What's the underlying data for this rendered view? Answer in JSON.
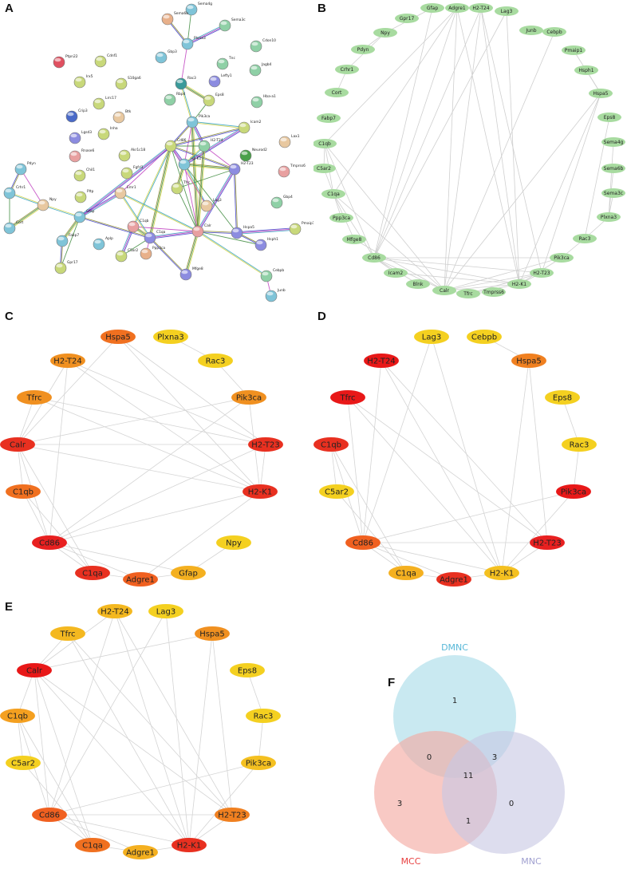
{
  "labels": {
    "a": "A",
    "b": "B",
    "c": "C",
    "d": "D",
    "e": "E",
    "f": "F"
  },
  "panel_a": {
    "nodes": [
      {
        "id": "Sema4g",
        "c": "#7fc4d8"
      },
      {
        "id": "Sema6b",
        "c": "#e8b08a"
      },
      {
        "id": "Plxna3",
        "c": "#7fc4d8"
      },
      {
        "id": "Sema3c",
        "c": "#8fd0a6"
      },
      {
        "id": "Cdon10",
        "c": "#8fd0a6"
      },
      {
        "id": "Jagb4",
        "c": "#8fd0a6"
      },
      {
        "id": "Gbp3",
        "c": "#7fc4d8"
      },
      {
        "id": "Tnc",
        "c": "#8fd0a6"
      },
      {
        "id": "Rac3",
        "c": "#3a9a9a"
      },
      {
        "id": "Lefty1",
        "c": "#8c8ce0"
      },
      {
        "id": "Ptpn22",
        "c": "#e05060"
      },
      {
        "id": "Cdnf1",
        "c": "#c8d87a"
      },
      {
        "id": "Irx5",
        "c": "#c8d87a"
      },
      {
        "id": "S10ga6",
        "c": "#c8d87a"
      },
      {
        "id": "Lrrc17",
        "c": "#c8d87a"
      },
      {
        "id": "Rbp4",
        "c": "#8fd0a6"
      },
      {
        "id": "Eps8",
        "c": "#c8d87a"
      },
      {
        "id": "Hba-a1",
        "c": "#8fd0a6"
      },
      {
        "id": "Crip3",
        "c": "#4a6ac8"
      },
      {
        "id": "Lgsd3",
        "c": "#8c8ce0"
      },
      {
        "id": "Btk",
        "c": "#e8c8a0"
      },
      {
        "id": "Inha",
        "c": "#c8d87a"
      },
      {
        "id": "Pik3ca",
        "c": "#7fc4d8"
      },
      {
        "id": "Icam2",
        "c": "#c8d87a"
      },
      {
        "id": "Lax1",
        "c": "#e8c8a0"
      },
      {
        "id": "Rnase6",
        "c": "#e8a0a0"
      },
      {
        "id": "Akr1c18",
        "c": "#c8d87a"
      },
      {
        "id": "Neurod2",
        "c": "#4aa04a"
      },
      {
        "id": "Cd86",
        "c": "#c8d87a"
      },
      {
        "id": "H2-T24",
        "c": "#8fd0a6"
      },
      {
        "id": "Pdyn",
        "c": "#7fc4d8"
      },
      {
        "id": "H2-T23",
        "c": "#8c8ce0"
      },
      {
        "id": "Tmprss6",
        "c": "#e8a0a0"
      },
      {
        "id": "Crhr1",
        "c": "#7fc4d8"
      },
      {
        "id": "Chil1",
        "c": "#c8d87a"
      },
      {
        "id": "Fgfrl1",
        "c": "#c8d87a"
      },
      {
        "id": "H2-K1",
        "c": "#7fc4d8"
      },
      {
        "id": "Tfrc",
        "c": "#c8d87a"
      },
      {
        "id": "Npy",
        "c": "#e8c8a0"
      },
      {
        "id": "Emr1",
        "c": "#e8c8a0"
      },
      {
        "id": "Gbp4",
        "c": "#8fd0a6"
      },
      {
        "id": "Pltp",
        "c": "#c8d87a"
      },
      {
        "id": "Lag3",
        "c": "#e8c8a0"
      },
      {
        "id": "Gfap",
        "c": "#7fc4d8"
      },
      {
        "id": "C1qb",
        "c": "#e8a0a0"
      },
      {
        "id": "Calr",
        "c": "#e8a0a0"
      },
      {
        "id": "Hspa5",
        "c": "#8c8ce0"
      },
      {
        "id": "Pmaip1",
        "c": "#c8d87a"
      },
      {
        "id": "Cort",
        "c": "#7fc4d8"
      },
      {
        "id": "C1qa",
        "c": "#8c8ce0"
      },
      {
        "id": "Fabp7",
        "c": "#7fc4d8"
      },
      {
        "id": "Aplp",
        "c": "#7fc4d8"
      },
      {
        "id": "Hsph1",
        "c": "#8c8ce0"
      },
      {
        "id": "Gpr17",
        "c": "#c8d87a"
      },
      {
        "id": "C5ar2",
        "c": "#c8d87a"
      },
      {
        "id": "Ppp3ca",
        "c": "#e8b08a"
      },
      {
        "id": "Cebpb",
        "c": "#8fd0a6"
      },
      {
        "id": "Mfge8",
        "c": "#8c8ce0"
      },
      {
        "id": "Junb",
        "c": "#7fc4d8"
      }
    ],
    "edges": [
      [
        "Sema4g",
        "Plxna3"
      ],
      [
        "Sema6b",
        "Plxna3"
      ],
      [
        "Sema3c",
        "Plxna3"
      ],
      [
        "Plxna3",
        "Rac3"
      ],
      [
        "Rac3",
        "Pik3ca"
      ],
      [
        "Rac3",
        "Eps8"
      ],
      [
        "Pik3ca",
        "Eps8"
      ],
      [
        "Pik3ca",
        "Cd86"
      ],
      [
        "Pik3ca",
        "H2-T24"
      ],
      [
        "Pik3ca",
        "H2-K1"
      ],
      [
        "Pik3ca",
        "Icam2"
      ],
      [
        "Pik3ca",
        "Calr"
      ],
      [
        "Cd86",
        "H2-T24"
      ],
      [
        "Cd86",
        "H2-T23"
      ],
      [
        "Cd86",
        "H2-K1"
      ],
      [
        "Cd86",
        "Emr1"
      ],
      [
        "Cd86",
        "C1qb"
      ],
      [
        "Cd86",
        "C1qa"
      ],
      [
        "Cd86",
        "Calr"
      ],
      [
        "Cd86",
        "Icam2"
      ],
      [
        "Cd86",
        "Gfap"
      ],
      [
        "H2-T24",
        "H2-T23"
      ],
      [
        "H2-T24",
        "H2-K1"
      ],
      [
        "H2-T23",
        "H2-K1"
      ],
      [
        "H2-T23",
        "Tfrc"
      ],
      [
        "H2-T23",
        "Hspa5"
      ],
      [
        "H2-T23",
        "Calr"
      ],
      [
        "H2-K1",
        "Calr"
      ],
      [
        "H2-K1",
        "Lag3"
      ],
      [
        "H2-K1",
        "Tfrc"
      ],
      [
        "H2-K1",
        "Hspa5"
      ],
      [
        "Calr",
        "Hspa5"
      ],
      [
        "Calr",
        "C1qa"
      ],
      [
        "Calr",
        "C1qb"
      ],
      [
        "Calr",
        "Cebpb"
      ],
      [
        "Calr",
        "Mfge8"
      ],
      [
        "Calr",
        "Hsph1"
      ],
      [
        "Hspa5",
        "Hsph1"
      ],
      [
        "Hspa5",
        "Pmaip1"
      ],
      [
        "Cebpb",
        "Junb"
      ],
      [
        "Emr1",
        "C1qa"
      ],
      [
        "C1qa",
        "C1qb"
      ],
      [
        "C1qa",
        "C5ar2"
      ],
      [
        "C1qa",
        "Mfge8"
      ],
      [
        "C1qb",
        "C5ar2"
      ],
      [
        "C1qa",
        "Ppp3ca"
      ],
      [
        "Gfap",
        "Npy"
      ],
      [
        "Gfap",
        "Fabp7"
      ],
      [
        "Gfap",
        "Gpr17"
      ],
      [
        "Gfap",
        "C1qa"
      ],
      [
        "Gfap",
        "Emr1"
      ],
      [
        "Npy",
        "Pdyn"
      ],
      [
        "Npy",
        "Crhr1"
      ],
      [
        "Npy",
        "Cort"
      ],
      [
        "Crhr1",
        "Cort"
      ],
      [
        "Pdyn",
        "Crhr1"
      ],
      [
        "Icam2",
        "H2-K1"
      ],
      [
        "Lag3",
        "Cd86"
      ],
      [
        "Emr1",
        "Calr"
      ],
      [
        "H2-T24",
        "Calr"
      ],
      [
        "Tfrc",
        "Calr"
      ],
      [
        "Fabp7",
        "Gpr17"
      ]
    ]
  },
  "panel_b": {
    "nodes": [
      "Gfap",
      "Adgre1",
      "H2-T24",
      "Lag3",
      "Junb",
      "Cebpb",
      "Pmaip1",
      "Hsph1",
      "Hspa5",
      "Eps8",
      "Sema4g",
      "Sema6b",
      "Sema3c",
      "Plxna3",
      "Rac3",
      "Pik3ca",
      "H2-T23",
      "H2-K1",
      "Tmprss6",
      "Tfrc",
      "Calr",
      "Blnk",
      "Icam2",
      "Cd86",
      "Mfge8",
      "Ppp3ca",
      "C1qa",
      "C5ar2",
      "C1qb",
      "Fabp7",
      "Cort",
      "Crhr1",
      "Pdyn",
      "Npy",
      "Gpr17"
    ],
    "node_color": "#a8dba0",
    "edges": [
      [
        "Adgre1",
        "Cd86"
      ],
      [
        "Adgre1",
        "C1qa"
      ],
      [
        "Adgre1",
        "H2-K1"
      ],
      [
        "Adgre1",
        "Calr"
      ],
      [
        "H2-T24",
        "H2-K1"
      ],
      [
        "H2-T24",
        "H2-T23"
      ],
      [
        "H2-T24",
        "Cd86"
      ],
      [
        "H2-T24",
        "Calr"
      ],
      [
        "Lag3",
        "Cd86"
      ],
      [
        "Lag3",
        "H2-K1"
      ],
      [
        "Cebpb",
        "Calr"
      ],
      [
        "Hsph1",
        "Hspa5"
      ],
      [
        "Hspa5",
        "Calr"
      ],
      [
        "Hspa5",
        "H2-T23"
      ],
      [
        "Hspa5",
        "H2-K1"
      ],
      [
        "Pmaip1",
        "Hspa5"
      ],
      [
        "Rac3",
        "Pik3ca"
      ],
      [
        "Rac3",
        "Eps8"
      ],
      [
        "Pik3ca",
        "Cd86"
      ],
      [
        "Pik3ca",
        "H2-K1"
      ],
      [
        "Pik3ca",
        "Calr"
      ],
      [
        "Plxna3",
        "Rac3"
      ],
      [
        "Sema3c",
        "Plxna3"
      ],
      [
        "Sema6b",
        "Plxna3"
      ],
      [
        "Sema4g",
        "Plxna3"
      ],
      [
        "H2-T23",
        "Cd86"
      ],
      [
        "H2-T23",
        "Calr"
      ],
      [
        "H2-T23",
        "H2-K1"
      ],
      [
        "H2-K1",
        "Calr"
      ],
      [
        "H2-K1",
        "Cd86"
      ],
      [
        "Tfrc",
        "Calr"
      ],
      [
        "Tfrc",
        "H2-K1"
      ],
      [
        "Tfrc",
        "H2-T23"
      ],
      [
        "Calr",
        "C1qa"
      ],
      [
        "Calr",
        "C1qb"
      ],
      [
        "Calr",
        "Mfge8"
      ],
      [
        "Calr",
        "Cd86"
      ],
      [
        "Cd86",
        "Icam2"
      ],
      [
        "Cd86",
        "C1qa"
      ],
      [
        "Cd86",
        "C1qb"
      ],
      [
        "Cd86",
        "Blnk"
      ],
      [
        "Icam2",
        "H2-K1"
      ],
      [
        "C1qa",
        "C1qb"
      ],
      [
        "C1qa",
        "C5ar2"
      ],
      [
        "C1qb",
        "C5ar2"
      ],
      [
        "C1qa",
        "Mfge8"
      ],
      [
        "Ppp3ca",
        "C1qa"
      ],
      [
        "Gfap",
        "Cd86"
      ],
      [
        "Gfap",
        "Npy"
      ],
      [
        "Npy",
        "Pdyn"
      ],
      [
        "Npy",
        "Crhr1"
      ],
      [
        "Crhr1",
        "Cort"
      ],
      [
        "Adgre1",
        "C1qb"
      ],
      [
        "Tmprss6",
        "Tfrc"
      ]
    ]
  },
  "panel_c": {
    "nodes": [
      {
        "id": "Hspa5",
        "c": "#f07020"
      },
      {
        "id": "Plxna3",
        "c": "#f4d020"
      },
      {
        "id": "H2-T24",
        "c": "#f09020"
      },
      {
        "id": "Rac3",
        "c": "#f4d020"
      },
      {
        "id": "Tfrc",
        "c": "#f09020"
      },
      {
        "id": "Pik3ca",
        "c": "#f09020"
      },
      {
        "id": "Calr",
        "c": "#e83020"
      },
      {
        "id": "H2-T23",
        "c": "#e83020"
      },
      {
        "id": "C1qb",
        "c": "#f07020"
      },
      {
        "id": "H2-K1",
        "c": "#e83020"
      },
      {
        "id": "Cd86",
        "c": "#e82020"
      },
      {
        "id": "Npy",
        "c": "#f4d020"
      },
      {
        "id": "C1qa",
        "c": "#e83020"
      },
      {
        "id": "Adgre1",
        "c": "#f06020"
      },
      {
        "id": "Gfap",
        "c": "#f4b020"
      }
    ],
    "edges": [
      [
        "Plxna3",
        "Rac3"
      ],
      [
        "Rac3",
        "Pik3ca"
      ],
      [
        "Pik3ca",
        "Cd86"
      ],
      [
        "Pik3ca",
        "H2-K1"
      ],
      [
        "Pik3ca",
        "Calr"
      ],
      [
        "H2-T24",
        "H2-T23"
      ],
      [
        "H2-T24",
        "H2-K1"
      ],
      [
        "H2-T24",
        "Cd86"
      ],
      [
        "H2-T24",
        "Calr"
      ],
      [
        "Hspa5",
        "H2-T23"
      ],
      [
        "Hspa5",
        "H2-K1"
      ],
      [
        "Hspa5",
        "Calr"
      ],
      [
        "Tfrc",
        "Calr"
      ],
      [
        "Tfrc",
        "H2-K1"
      ],
      [
        "Tfrc",
        "H2-T23"
      ],
      [
        "Calr",
        "H2-T23"
      ],
      [
        "Calr",
        "H2-K1"
      ],
      [
        "Calr",
        "Cd86"
      ],
      [
        "Calr",
        "C1qa"
      ],
      [
        "Calr",
        "C1qb"
      ],
      [
        "H2-T23",
        "Cd86"
      ],
      [
        "H2-T23",
        "H2-K1"
      ],
      [
        "H2-K1",
        "Cd86"
      ],
      [
        "C1qb",
        "C1qa"
      ],
      [
        "C1qb",
        "Cd86"
      ],
      [
        "Cd86",
        "C1qa"
      ],
      [
        "Cd86",
        "Adgre1"
      ],
      [
        "C1qa",
        "Adgre1"
      ],
      [
        "Gfap",
        "Npy"
      ],
      [
        "Gfap",
        "Cd86"
      ],
      [
        "Gfap",
        "Adgre1"
      ],
      [
        "Adgre1",
        "H2-K1"
      ]
    ]
  },
  "panel_d": {
    "nodes": [
      {
        "id": "Lag3",
        "c": "#f4d020"
      },
      {
        "id": "Cebpb",
        "c": "#f4d020"
      },
      {
        "id": "H2-T24",
        "c": "#e81818"
      },
      {
        "id": "Hspa5",
        "c": "#f08020"
      },
      {
        "id": "Tfrc",
        "c": "#e81818"
      },
      {
        "id": "Eps8",
        "c": "#f4d020"
      },
      {
        "id": "C1qb",
        "c": "#e83020"
      },
      {
        "id": "Rac3",
        "c": "#f4d020"
      },
      {
        "id": "C5ar2",
        "c": "#f4d020"
      },
      {
        "id": "Pik3ca",
        "c": "#e81818"
      },
      {
        "id": "Cd86",
        "c": "#f06020"
      },
      {
        "id": "H2-T23",
        "c": "#e82020"
      },
      {
        "id": "C1qa",
        "c": "#f4b020"
      },
      {
        "id": "H2-K1",
        "c": "#f4c020"
      },
      {
        "id": "Adgre1",
        "c": "#e83020"
      }
    ],
    "edges": [
      [
        "Lag3",
        "Cd86"
      ],
      [
        "Lag3",
        "H2-K1"
      ],
      [
        "H2-T24",
        "H2-T23"
      ],
      [
        "H2-T24",
        "H2-K1"
      ],
      [
        "H2-T24",
        "Cd86"
      ],
      [
        "Hspa5",
        "H2-T23"
      ],
      [
        "Hspa5",
        "H2-K1"
      ],
      [
        "Tfrc",
        "H2-K1"
      ],
      [
        "Tfrc",
        "H2-T23"
      ],
      [
        "Tfrc",
        "Cd86"
      ],
      [
        "Eps8",
        "Rac3"
      ],
      [
        "Rac3",
        "Pik3ca"
      ],
      [
        "Pik3ca",
        "Cd86"
      ],
      [
        "Pik3ca",
        "H2-K1"
      ],
      [
        "C1qb",
        "C1qa"
      ],
      [
        "C1qb",
        "Cd86"
      ],
      [
        "C1qb",
        "C5ar2"
      ],
      [
        "C5ar2",
        "C1qa"
      ],
      [
        "Cd86",
        "H2-T23"
      ],
      [
        "Cd86",
        "H2-K1"
      ],
      [
        "Cd86",
        "C1qa"
      ],
      [
        "Cd86",
        "Adgre1"
      ],
      [
        "H2-T23",
        "H2-K1"
      ],
      [
        "C1qa",
        "Adgre1"
      ],
      [
        "Adgre1",
        "H2-K1"
      ],
      [
        "Cebpb",
        "Hspa5"
      ]
    ]
  },
  "panel_e": {
    "nodes": [
      {
        "id": "H2-T24",
        "c": "#f4b820"
      },
      {
        "id": "Lag3",
        "c": "#f4d020"
      },
      {
        "id": "Tfrc",
        "c": "#f4b820"
      },
      {
        "id": "Hspa5",
        "c": "#f09020"
      },
      {
        "id": "Calr",
        "c": "#e81818"
      },
      {
        "id": "Eps8",
        "c": "#f4d020"
      },
      {
        "id": "C1qb",
        "c": "#f4a020"
      },
      {
        "id": "Rac3",
        "c": "#f4d020"
      },
      {
        "id": "C5ar2",
        "c": "#f4d020"
      },
      {
        "id": "Pik3ca",
        "c": "#f4c020"
      },
      {
        "id": "Cd86",
        "c": "#f06020"
      },
      {
        "id": "H2-T23",
        "c": "#f08020"
      },
      {
        "id": "C1qa",
        "c": "#f07020"
      },
      {
        "id": "Adgre1",
        "c": "#f4b020"
      },
      {
        "id": "H2-K1",
        "c": "#e83020"
      }
    ],
    "edges": [
      [
        "H2-T24",
        "H2-T23"
      ],
      [
        "H2-T24",
        "H2-K1"
      ],
      [
        "H2-T24",
        "Cd86"
      ],
      [
        "H2-T24",
        "Calr"
      ],
      [
        "Lag3",
        "Cd86"
      ],
      [
        "Lag3",
        "H2-K1"
      ],
      [
        "Tfrc",
        "Calr"
      ],
      [
        "Tfrc",
        "H2-K1"
      ],
      [
        "Tfrc",
        "H2-T23"
      ],
      [
        "Hspa5",
        "Calr"
      ],
      [
        "Hspa5",
        "H2-K1"
      ],
      [
        "Hspa5",
        "H2-T23"
      ],
      [
        "Calr",
        "H2-K1"
      ],
      [
        "Calr",
        "H2-T23"
      ],
      [
        "Calr",
        "Cd86"
      ],
      [
        "Calr",
        "C1qa"
      ],
      [
        "Calr",
        "C1qb"
      ],
      [
        "Eps8",
        "Rac3"
      ],
      [
        "Rac3",
        "Pik3ca"
      ],
      [
        "Pik3ca",
        "Cd86"
      ],
      [
        "Pik3ca",
        "H2-K1"
      ],
      [
        "C1qb",
        "C1qa"
      ],
      [
        "C1qb",
        "Cd86"
      ],
      [
        "C5ar2",
        "C1qa"
      ],
      [
        "C5ar2",
        "C1qb"
      ],
      [
        "Cd86",
        "H2-T23"
      ],
      [
        "Cd86",
        "H2-K1"
      ],
      [
        "Cd86",
        "C1qa"
      ],
      [
        "Cd86",
        "Adgre1"
      ],
      [
        "H2-T23",
        "H2-K1"
      ],
      [
        "C1qa",
        "Adgre1"
      ],
      [
        "Adgre1",
        "H2-K1"
      ]
    ]
  },
  "panel_f": {
    "sets": [
      {
        "name": "DMNC",
        "color": "#a8dce8",
        "text_color": "#58b8d8"
      },
      {
        "name": "MCC",
        "color": "#f4a8a0",
        "text_color": "#e84040"
      },
      {
        "name": "MNC",
        "color": "#c8c8e4",
        "text_color": "#a0a0d0"
      }
    ],
    "regions": {
      "dmnc_only": "1",
      "mcc_only": "3",
      "mnc_only": "0",
      "dmnc_mcc": "0",
      "dmnc_mnc": "3",
      "mcc_mnc": "1",
      "all": "11"
    }
  }
}
